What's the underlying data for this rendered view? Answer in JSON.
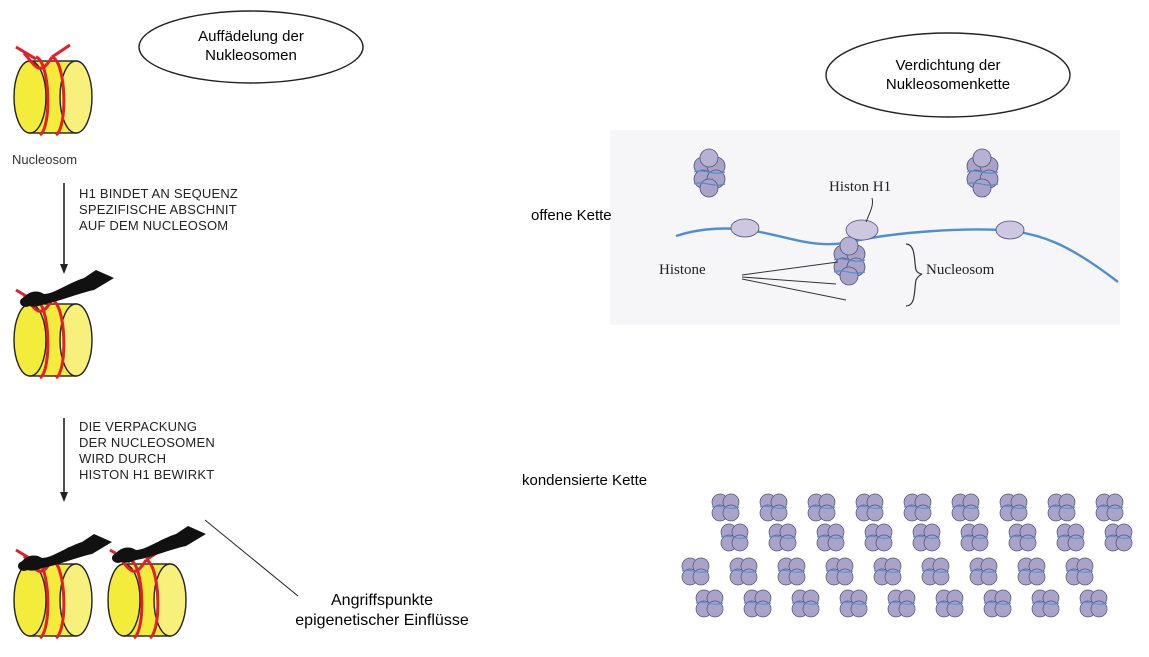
{
  "left_panel": {
    "oval_title": "Auffädelung der\nNukleosomen",
    "nucleosome_label": "Nucleosom",
    "step1_text": "H1 BINDET AN SEQUENZ\nSPEZIFISCHE ABSCHNIT\nAUF DEM NUCLEOSOM",
    "step2_text": "DIE VERPACKUNG\nDER NUCLEOSOMEN\nWIRD DURCH\nHISTON H1 BEWIRKT",
    "attack_points_label": "Angriffspunkte\nepigenetischer Einflüsse"
  },
  "right_panel": {
    "oval_title": "Verdichtung der\nNukleosomenkette",
    "open_chain_label": "offene Kette",
    "histon_h1_label": "Histon H1",
    "histone_label": "Histone",
    "nucleosom_label": "Nucleosom",
    "condensed_chain_label": "kondensierte Kette"
  },
  "colors": {
    "nucleosome_yellow": "#f5ee3c",
    "dna_red": "#e0202c",
    "histone_purple": "#a9a3c9",
    "dna_blue": "#4f8fd0"
  }
}
